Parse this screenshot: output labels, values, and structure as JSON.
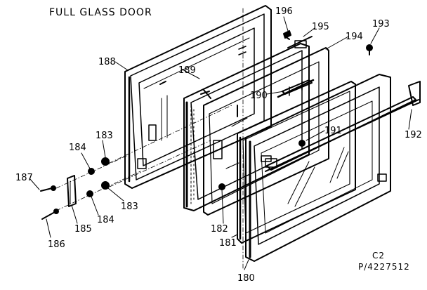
{
  "diagram": {
    "title": "FULL GLASS DOOR",
    "ref_code": "C2",
    "ref_number": "P/4227512"
  },
  "parts": [
    {
      "id": "p180",
      "label": "180"
    },
    {
      "id": "p181",
      "label": "181"
    },
    {
      "id": "p182",
      "label": "182"
    },
    {
      "id": "p183a",
      "label": "183"
    },
    {
      "id": "p183b",
      "label": "183"
    },
    {
      "id": "p184a",
      "label": "184"
    },
    {
      "id": "p184b",
      "label": "184"
    },
    {
      "id": "p185",
      "label": "185"
    },
    {
      "id": "p186",
      "label": "186"
    },
    {
      "id": "p187",
      "label": "187"
    },
    {
      "id": "p188",
      "label": "188"
    },
    {
      "id": "p189",
      "label": "189"
    },
    {
      "id": "p190",
      "label": "190"
    },
    {
      "id": "p191",
      "label": "191"
    },
    {
      "id": "p192",
      "label": "192"
    },
    {
      "id": "p193",
      "label": "193"
    },
    {
      "id": "p194",
      "label": "194"
    },
    {
      "id": "p195",
      "label": "195"
    },
    {
      "id": "p196",
      "label": "196"
    }
  ]
}
